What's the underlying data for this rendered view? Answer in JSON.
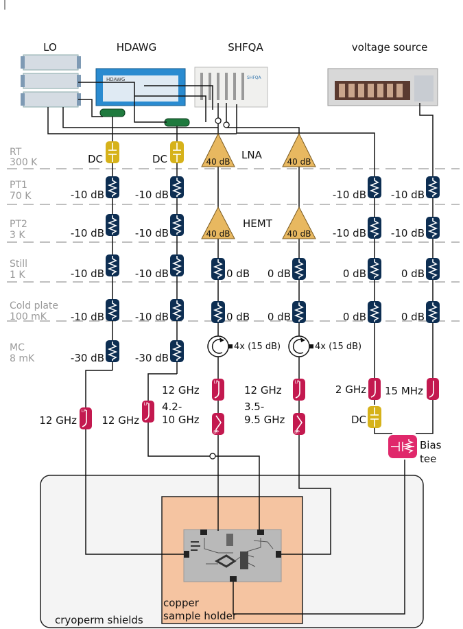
{
  "instruments": {
    "lo": "LO",
    "hdawg": "HDAWG",
    "shfqa": "SHFQA",
    "voltage_source": "voltage source",
    "hdawg_screen_label": "HDAWG",
    "shfqa_panel_label": "SHFQA"
  },
  "stages": [
    {
      "name": "RT",
      "temp": "300 K"
    },
    {
      "name": "PT1",
      "temp": "70 K"
    },
    {
      "name": "PT2",
      "temp": "3 K"
    },
    {
      "name": "Still",
      "temp": "1 K"
    },
    {
      "name": "Cold plate",
      "temp": "100 mK"
    },
    {
      "name": "MC",
      "temp": "8 mK"
    }
  ],
  "amplifiers": {
    "lna_label": "LNA",
    "hemt_label": "HEMT",
    "gain": "40 dB"
  },
  "attenuation": {
    "dc": "DC",
    "minus10": "-10 dB",
    "minus30": "-30 dB",
    "zero": "0 dB"
  },
  "circulators": {
    "label": "4x (15 dB)"
  },
  "filters": {
    "lp_tag": "LP",
    "bp_tag": "BP",
    "f12": "12 GHz",
    "f2": "2 GHz",
    "f15m": "15 MHz",
    "bp1_top": "4.2-",
    "bp1_bottom": "10 GHz",
    "bp2_top": "3.5-",
    "bp2_bottom": "9.5 GHz",
    "dc": "DC"
  },
  "bias_tee": {
    "line1": "Bias",
    "line2": "tee"
  },
  "enclosures": {
    "shields": "cryoperm shields",
    "holder_line1": "copper",
    "holder_line2": "sample holder"
  },
  "colors": {
    "attenuator": "#0d2e52",
    "dc_block": "#d6b21a",
    "amplifier": "#e8b860",
    "lp_filter": "#c3194f",
    "bias_tee": "#e0286b",
    "splitter": "#1f7a3e",
    "holder": "#f5c4a1",
    "shield": "#f4f4f4",
    "stage_text": "#9a9a9a"
  }
}
